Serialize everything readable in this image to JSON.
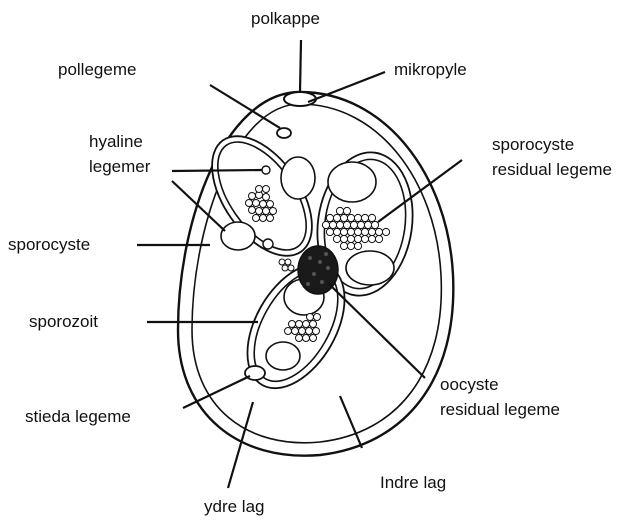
{
  "labels": {
    "polkappe": "polkappe",
    "pollegeme": "pollegeme",
    "mikropyle": "mikropyle",
    "hyaline_1": "hyaline",
    "hyaline_2": "legemer",
    "sporocyste_residual_1": "sporocyste",
    "sporocyste_residual_2": "residual legeme",
    "sporocyste": "sporocyste",
    "sporozoit": "sporozoit",
    "oocyste_residual_1": "oocyste",
    "oocyste_residual_2": "residual legeme",
    "stieda_legeme": "stieda legeme",
    "indre_lag": "Indre lag",
    "ydre_lag": "ydre lag"
  }
}
